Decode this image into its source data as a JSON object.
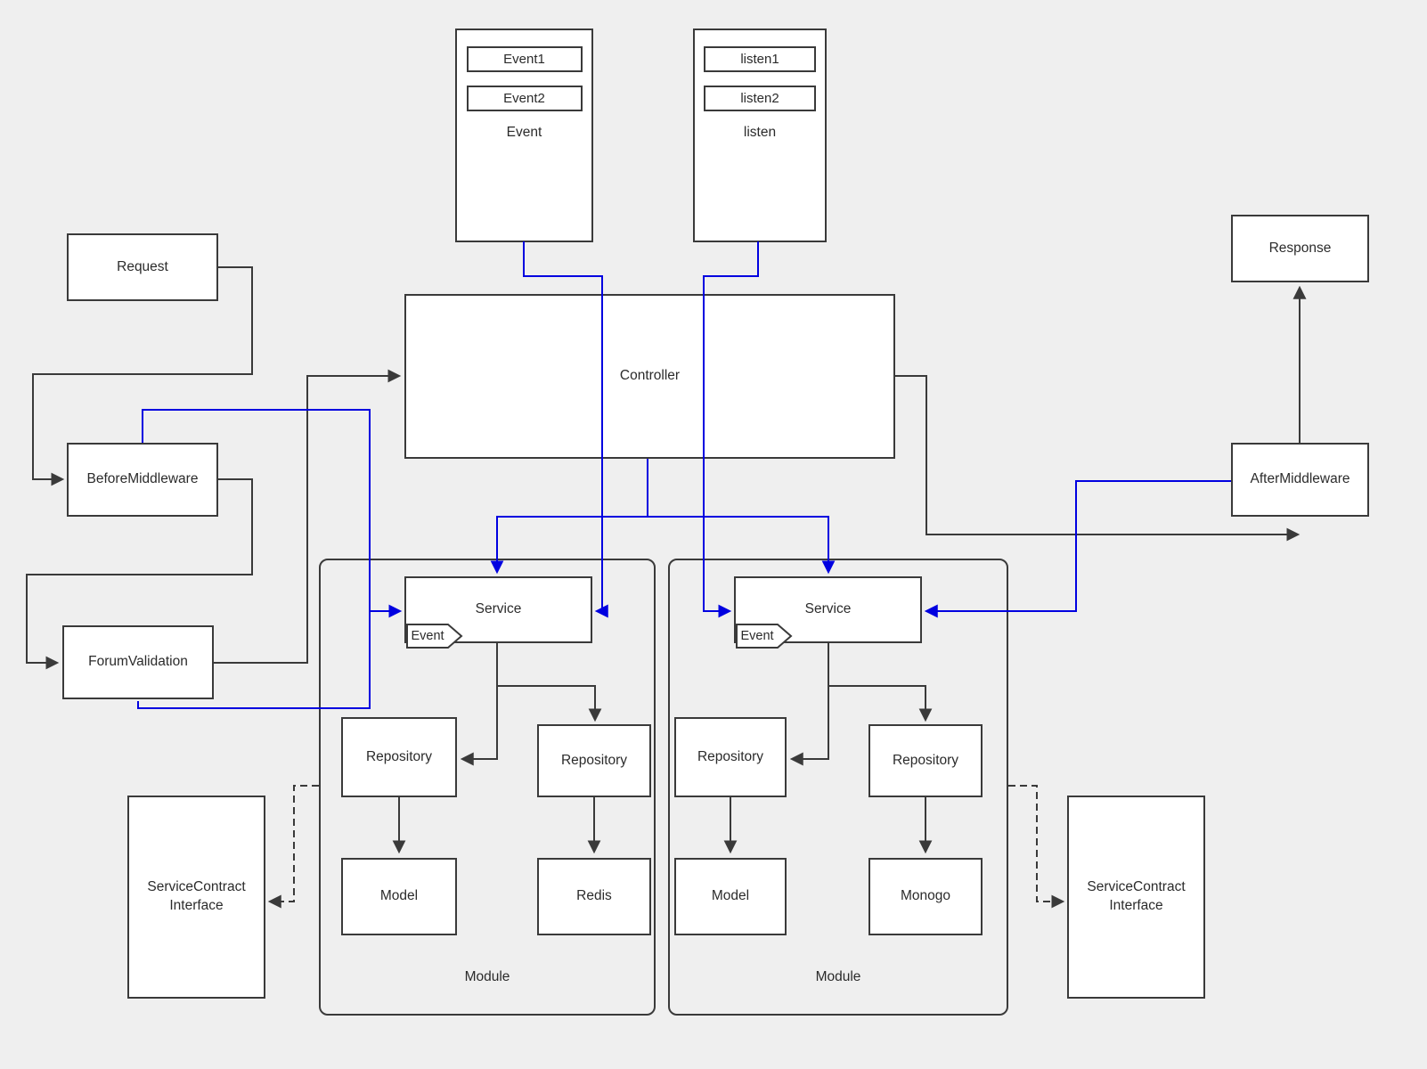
{
  "colors": {
    "background": "#efefef",
    "node_fill": "#ffffff",
    "line": "#3a3a3a",
    "accent_blue": "#0000e0"
  },
  "nodes": {
    "event_group": {
      "label": "Event",
      "items": [
        "Event1",
        "Event2"
      ]
    },
    "listen_group": {
      "label": "listen",
      "items": [
        "listen1",
        "listen2"
      ]
    },
    "request": "Request",
    "controller": "Controller",
    "response": "Response",
    "before_middleware": "BeforeMiddleware",
    "after_middleware": "AfterMiddleware",
    "forum_validation": "ForumValidation",
    "left_module": {
      "label": "Module",
      "service": "Service",
      "service_tag": "Event",
      "repository_left": "Repository",
      "repository_right": "Repository",
      "model": "Model",
      "store": "Redis"
    },
    "right_module": {
      "label": "Module",
      "service": "Service",
      "service_tag": "Event",
      "repository_left": "Repository",
      "repository_right": "Repository",
      "model": "Model",
      "store": "Monogo"
    },
    "left_contract": "ServiceContract Interface",
    "right_contract": "ServiceContract Interface"
  },
  "edges": [
    {
      "from": "Request",
      "to": "BeforeMiddleware",
      "style": "solid"
    },
    {
      "from": "BeforeMiddleware",
      "to": "ForumValidation",
      "style": "solid"
    },
    {
      "from": "ForumValidation",
      "to": "Controller",
      "style": "solid"
    },
    {
      "from": "Controller",
      "to": "AfterMiddleware",
      "style": "solid"
    },
    {
      "from": "AfterMiddleware",
      "to": "Response",
      "style": "solid"
    },
    {
      "from": "Controller",
      "to": "Service (left module)",
      "style": "blue"
    },
    {
      "from": "Controller",
      "to": "Service (right module)",
      "style": "blue"
    },
    {
      "from": "Event",
      "to": "Service (left module)",
      "style": "blue"
    },
    {
      "from": "listen",
      "to": "Service (right module)",
      "style": "blue"
    },
    {
      "from": "BeforeMiddleware / ForumValidation",
      "to": "Service (left module)",
      "style": "blue"
    },
    {
      "from": "AfterMiddleware",
      "to": "Service (right module)",
      "style": "blue"
    },
    {
      "from": "Service (left module)",
      "to": "Repository (left)",
      "style": "solid"
    },
    {
      "from": "Service (left module)",
      "to": "Repository (right)",
      "style": "solid"
    },
    {
      "from": "Repository (left, left module)",
      "to": "Model",
      "style": "solid"
    },
    {
      "from": "Repository (right, left module)",
      "to": "Redis",
      "style": "solid"
    },
    {
      "from": "Service (right module)",
      "to": "Repository (left)",
      "style": "solid"
    },
    {
      "from": "Service (right module)",
      "to": "Repository (right)",
      "style": "solid"
    },
    {
      "from": "Repository (left, right module)",
      "to": "Model",
      "style": "solid"
    },
    {
      "from": "Repository (right, right module)",
      "to": "Monogo",
      "style": "solid"
    },
    {
      "from": "Module (left)",
      "to": "ServiceContract Interface (left)",
      "style": "dashed"
    },
    {
      "from": "Module (right)",
      "to": "ServiceContract Interface (right)",
      "style": "dashed"
    }
  ]
}
